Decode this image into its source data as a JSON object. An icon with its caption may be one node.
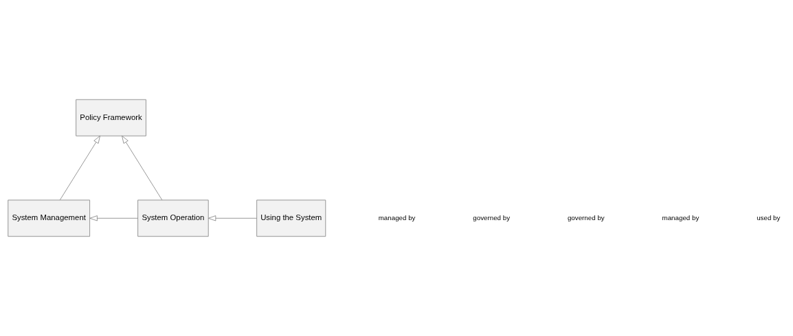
{
  "diagram": {
    "nodes": [
      {
        "text": [
          "Policy Framework"
        ]
      },
      {
        "text": [
          "System Management"
        ]
      },
      {
        "text": [
          "System Operation"
        ]
      },
      {
        "text": [
          "Using the System"
        ]
      }
    ],
    "edges": [
      {
        "from": 1,
        "to": 0,
        "arrow": "to"
      },
      {
        "from": 2,
        "to": 0,
        "arrow": "to"
      },
      {
        "from": 2,
        "to": 1,
        "arrow": "to"
      },
      {
        "from": 3,
        "to": 2,
        "arrow": "to"
      }
    ],
    "labels": [
      "managed by",
      "governed by",
      "governed by",
      "managed by",
      "used by"
    ]
  }
}
